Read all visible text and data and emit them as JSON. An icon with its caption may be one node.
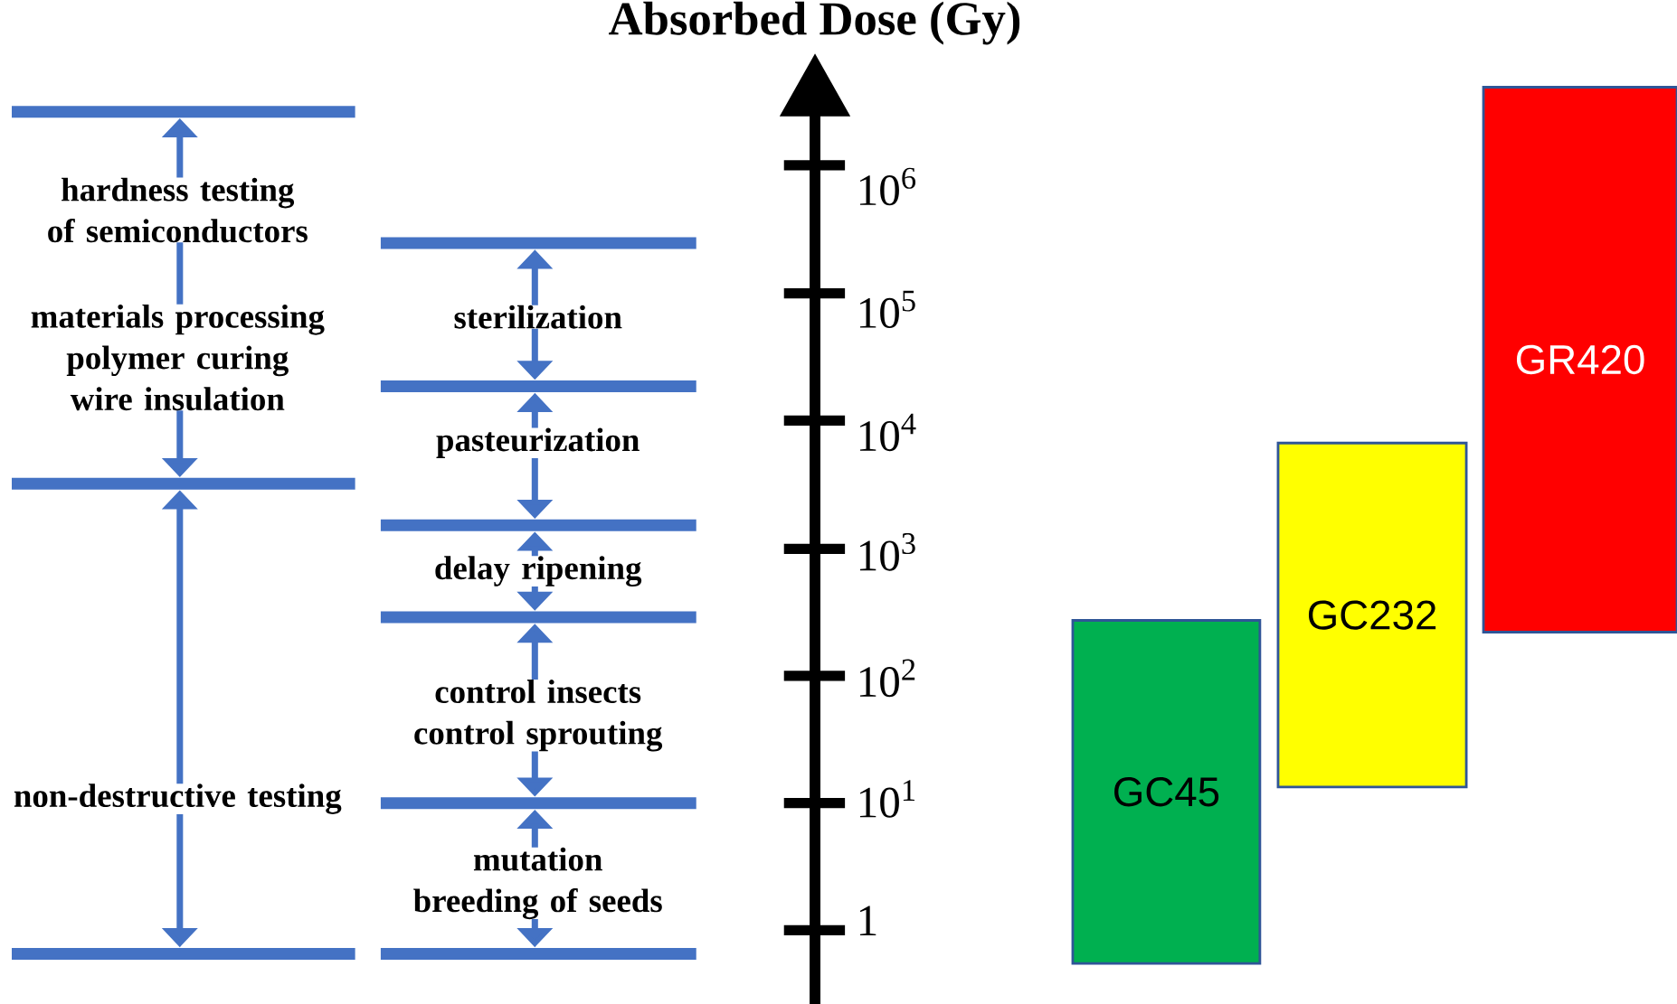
{
  "diagram": {
    "title": "Absorbed Dose (Gy)",
    "nodes": [
      {
        "text": [],
        "shape": "bar"
      },
      {
        "text": [],
        "shape": "bar"
      },
      {
        "text": [],
        "shape": "bar"
      },
      {
        "text": [],
        "shape": "bar"
      },
      {
        "text": [],
        "shape": "bar"
      },
      {
        "text": [],
        "shape": "bar"
      },
      {
        "text": [],
        "shape": "bar"
      },
      {
        "text": [],
        "shape": "bar"
      },
      {
        "text": [],
        "shape": "bar"
      },
      {
        "text": [
          "GR420"
        ]
      },
      {
        "text": [
          "GC232"
        ]
      },
      {
        "text": [
          "GC45"
        ]
      }
    ],
    "edges": [
      {
        "from": 0,
        "to": 1,
        "arrow": "both",
        "label": "hardness testing of semiconductors"
      },
      {
        "from": 1,
        "to": 2,
        "arrow": "both",
        "label": "non-destructive testing"
      },
      {
        "from": 3,
        "to": 4,
        "arrow": "both",
        "label": "sterilization"
      },
      {
        "from": 4,
        "to": 5,
        "arrow": "both",
        "label": "pasteurization"
      },
      {
        "from": 5,
        "to": 6,
        "arrow": "both",
        "label": "delay ripening"
      },
      {
        "from": 6,
        "to": 7,
        "arrow": "both",
        "label": "control insects control sprouting"
      },
      {
        "from": 7,
        "to": 8,
        "arrow": "both",
        "label": "mutation breeding of seeds"
      }
    ],
    "labels": [
      "10$^{6}$",
      "10$^{5}$",
      "materials processing polymer curing wire insulation",
      "10$^{4}$",
      "10$^{3}$",
      "10$^{2}$",
      "10$^{1}$",
      "1"
    ]
  }
}
